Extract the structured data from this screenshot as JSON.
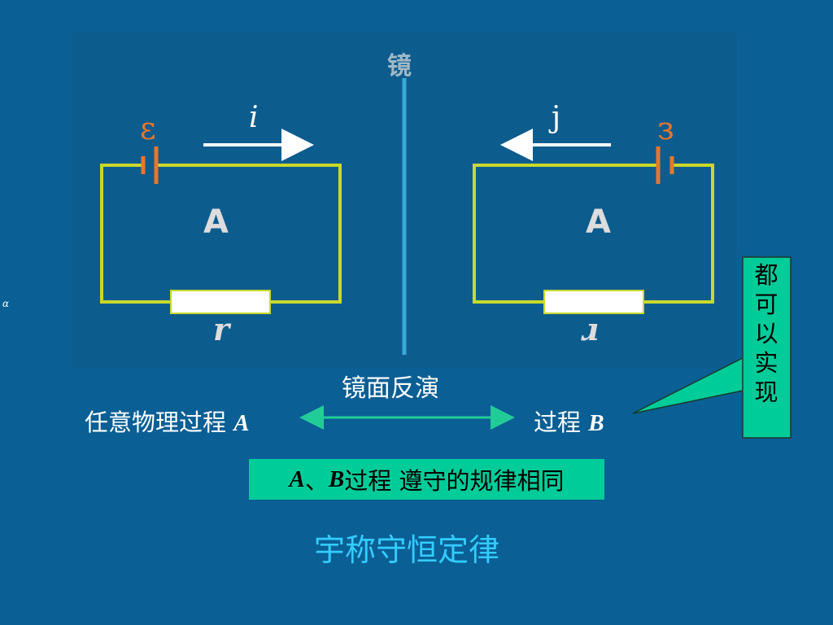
{
  "marker": "α",
  "mirror_title": "镜",
  "left_circuit": {
    "emf": "ε",
    "current": "i",
    "label": "A",
    "resistor": "r"
  },
  "right_circuit": {
    "emf": "з",
    "current": "j",
    "label": "A",
    "resistor": "ɹ"
  },
  "reflection_label": "镜面反演",
  "process_a": {
    "text": "任意物理过程 ",
    "letter": "A"
  },
  "process_b": {
    "text": "过程 ",
    "letter": "B"
  },
  "law_box": {
    "a": "A",
    "sep": "、",
    "b": "B",
    "rest": " 过程  遵守的规律相同"
  },
  "callout": [
    "都",
    "可",
    "以",
    "实",
    "现"
  ],
  "conservation": "宇称守恒定律",
  "colors": {
    "background": "#0a5f94",
    "circuit_wire": "#c8d92b",
    "emf": "#e8762b",
    "mirror": "#3aa9d8",
    "arrow": "#22cc99",
    "box": "#00cc99",
    "conservation_text": "#33ccff"
  }
}
